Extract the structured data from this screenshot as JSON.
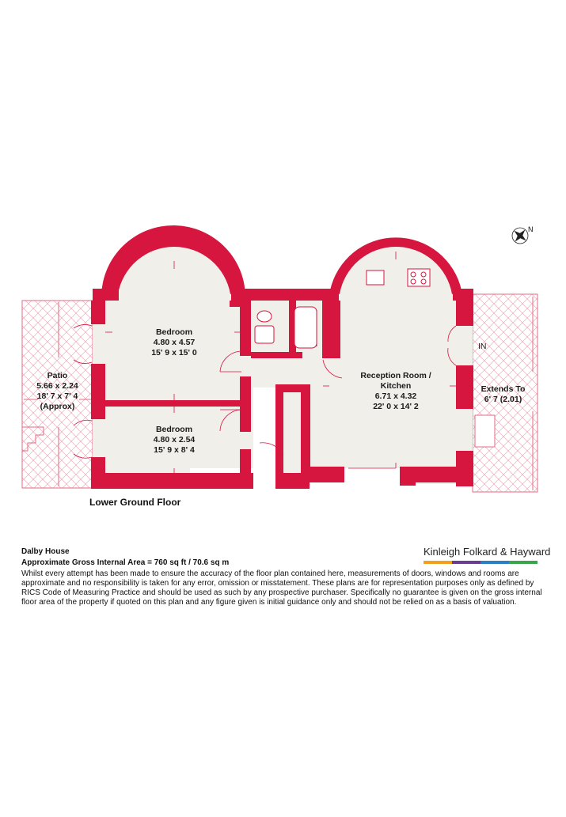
{
  "floor_name": "Lower Ground Floor",
  "rooms": [
    {
      "name": "Bedroom",
      "metric": "4.80 x 4.57",
      "imperial": "15' 9 x 15' 0"
    },
    {
      "name": "Bedroom",
      "metric": "4.80 x 2.54",
      "imperial": "15' 9 x 8' 4"
    },
    {
      "name": "Reception Room /",
      "name2": "Kitchen",
      "metric": "6.71 x 4.32",
      "imperial": "22' 0 x 14' 2"
    },
    {
      "name": "Patio",
      "metric": "5.66 x 2.24",
      "imperial": "18' 7 x 7' 4",
      "note": "(Approx)"
    },
    {
      "name": "Extends To",
      "metric": "6' 7 (2.01)"
    }
  ],
  "entrance_label": "IN",
  "compass_label": "N",
  "property_name": "Dalby House",
  "gross_area": "Approximate Gross Internal Area = 760 sq ft / 70.6 sq m",
  "disclaimer": "Whilst every attempt has been made to ensure the accuracy of the floor plan contained here, measurements of doors, windows and rooms are approximate and no responsibility is taken for any error, omission or misstatement. These plans are for representation purposes only as defined by RICS Code of Measuring Practice and should be used as such by any prospective purchaser. Specifically no guarantee is given on the gross internal floor area of the property if quoted on this plan and any figure given is initial guidance only and should not be relied on as a basis of valuation.",
  "brand_name": "Kinleigh Folkard & Hayward",
  "colors": {
    "wall": "#d6163f",
    "floor": "#f1efea",
    "patio_line": "#e36a82",
    "brand_orange": "#f2a11c",
    "brand_purple": "#6a3d91",
    "brand_blue": "#2a7fc4",
    "brand_green": "#3aa54a"
  }
}
